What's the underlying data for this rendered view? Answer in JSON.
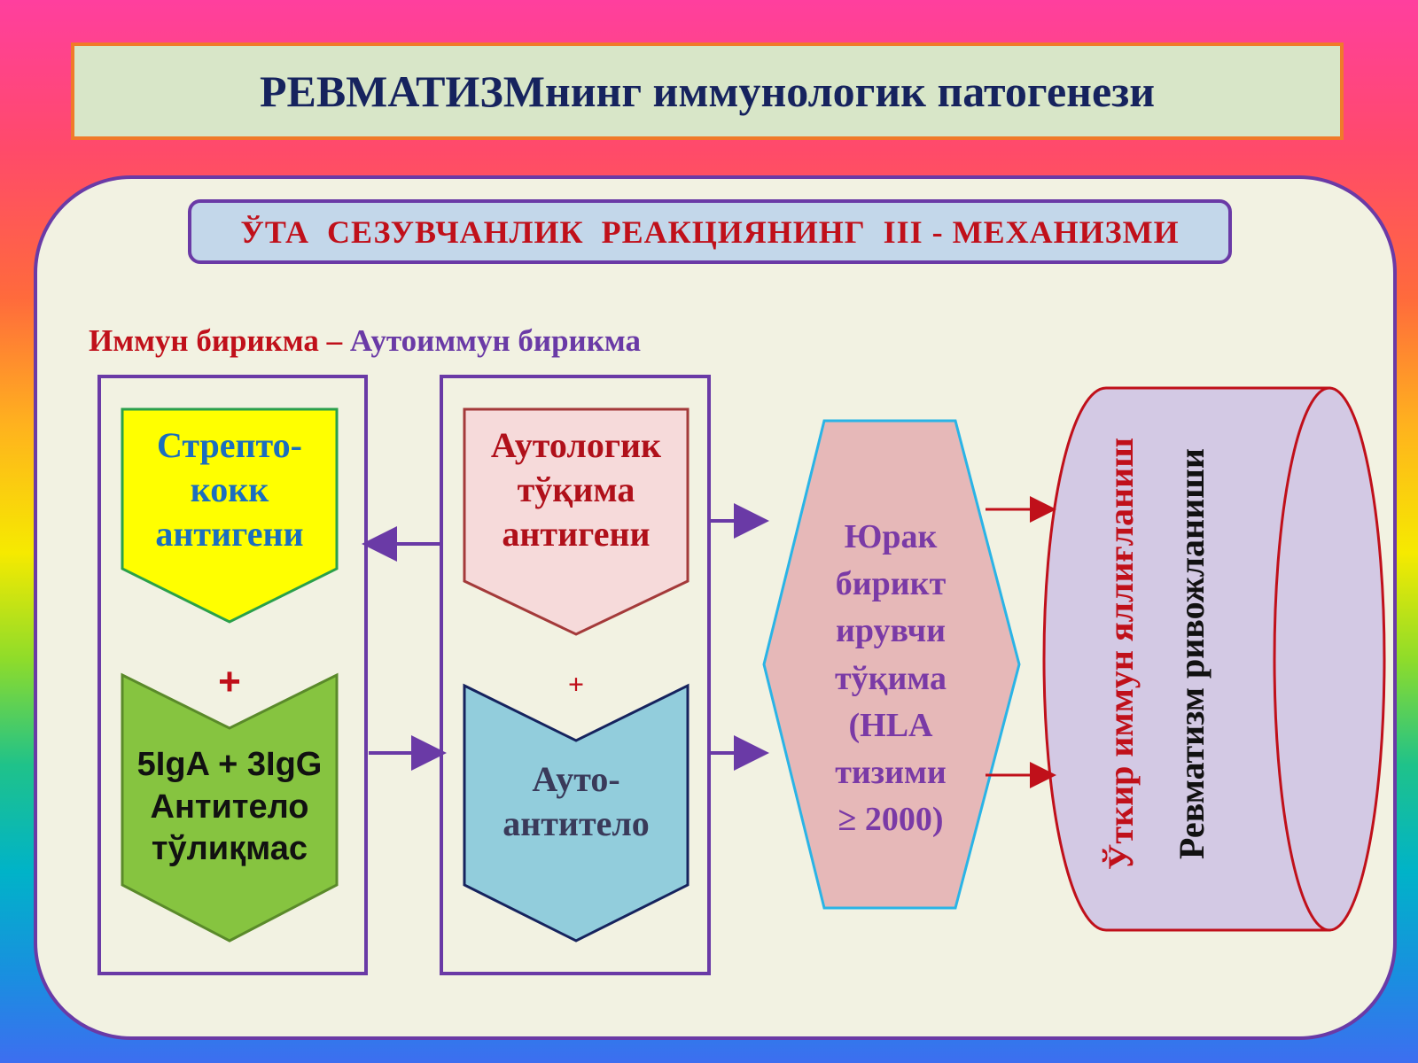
{
  "title": "РЕВМАТИЗМнинг иммунологик патогенези",
  "subtitle": "ЎТА  СЕЗУВЧАНЛИК  РЕАКЦИЯНИНГ  III - МЕХАНИЗМИ",
  "section_label": {
    "part1": "Иммун бирикма – ",
    "part2": "Аутоиммун бирикма"
  },
  "left_column": {
    "antigen": "Стрепто-\nкокк\nантигени",
    "plus": "+",
    "antibody": "5IgA + 3IgG\nАнтитело\nтўлиқмас"
  },
  "middle_column": {
    "antigen": "Аутологик\nтўқима\nантигени",
    "plus": "+",
    "antibody": "Ауто-\nантитело"
  },
  "heart_tissue": "Юрак\nбирикт\nирувчи\nтўқима\n(HLA\nтизими\n ≥ 2000)",
  "outcome": {
    "line1": "Ўткир иммун яллиғланиш",
    "line2": "Ревматизм ривожланиши"
  },
  "colors": {
    "purple": "#6a3aa6",
    "red": "#c0101a",
    "navy": "#16235e",
    "yellow": "#ffff00",
    "green": "#86c440",
    "pink": "#f6dada",
    "light_blue": "#92cddc",
    "rose": "#e6b8b8",
    "lavender": "#d3c9e4"
  }
}
